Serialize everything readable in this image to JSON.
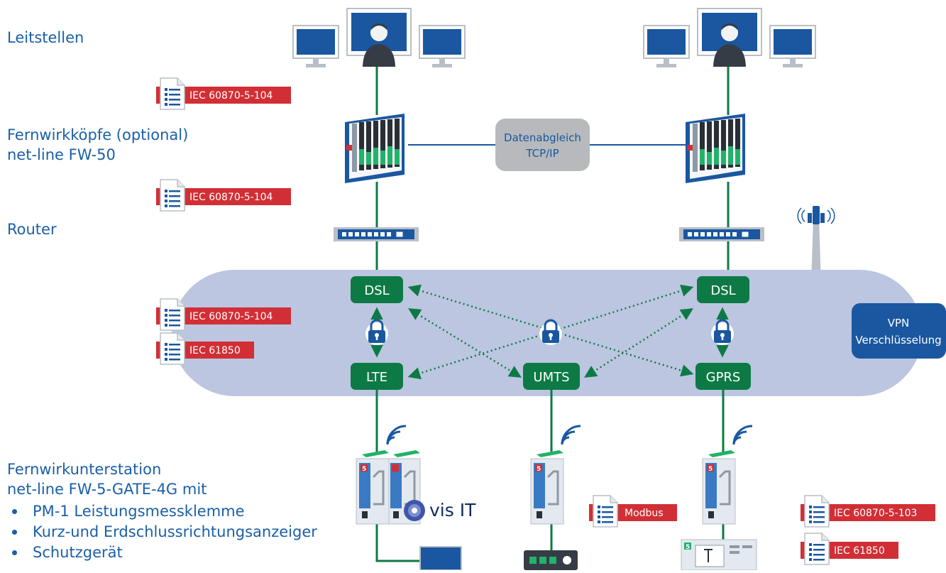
{
  "labels": {
    "leitstellen": "Leitstellen",
    "fernwirkkoepfe_line1": "Fernwirkköpfe (optional)",
    "fernwirkkoepfe_line2": "net-line FW-50",
    "router": "Router",
    "unterstation_line1": "Fernwirkunterstation",
    "unterstation_line2": "net-line FW-5-GATE-4G mit",
    "bullets": [
      "PM-1 Leistungsmessklemme",
      "Kurz-und Erdschlussrichtungsanzeiger",
      "Schutzgerät"
    ]
  },
  "datenabgleich": {
    "line1": "Datenabgleich",
    "line2": "TCP/IP"
  },
  "vpn": {
    "line1": "VPN",
    "line2": "Verschlüsselung"
  },
  "network_nodes": {
    "dsl_left": "DSL",
    "dsl_right": "DSL",
    "lte": "LTE",
    "umts": "UMTS",
    "gprs": "GPRS"
  },
  "protocol_tags": {
    "iec104_a": "IEC 60870-5-104",
    "iec104_b": "IEC 60870-5-104",
    "iec104_c": "IEC 60870-5-104",
    "iec61850_a": "IEC 61850",
    "modbus": "Modbus",
    "iec103": "IEC 60870-5-103",
    "iec61850_b": "IEC 61850"
  },
  "visit_logo": "vis IT",
  "device_badge": "5",
  "icons": {
    "workstation": "monitor-operator-icon",
    "rack": "rack-server-icon",
    "router": "router-icon",
    "lock": "lock-icon",
    "antenna": "cell-tower-icon",
    "wifi": "wireless-signal-icon",
    "document": "document-list-icon"
  },
  "colors": {
    "blue_text": "#1a5fa8",
    "green": "#0d7a45",
    "tag_red": "#d12f35",
    "vpn_blue": "#1a57a0",
    "cloud": "#bcc6e0",
    "grey_box": "#b7b9bc"
  }
}
